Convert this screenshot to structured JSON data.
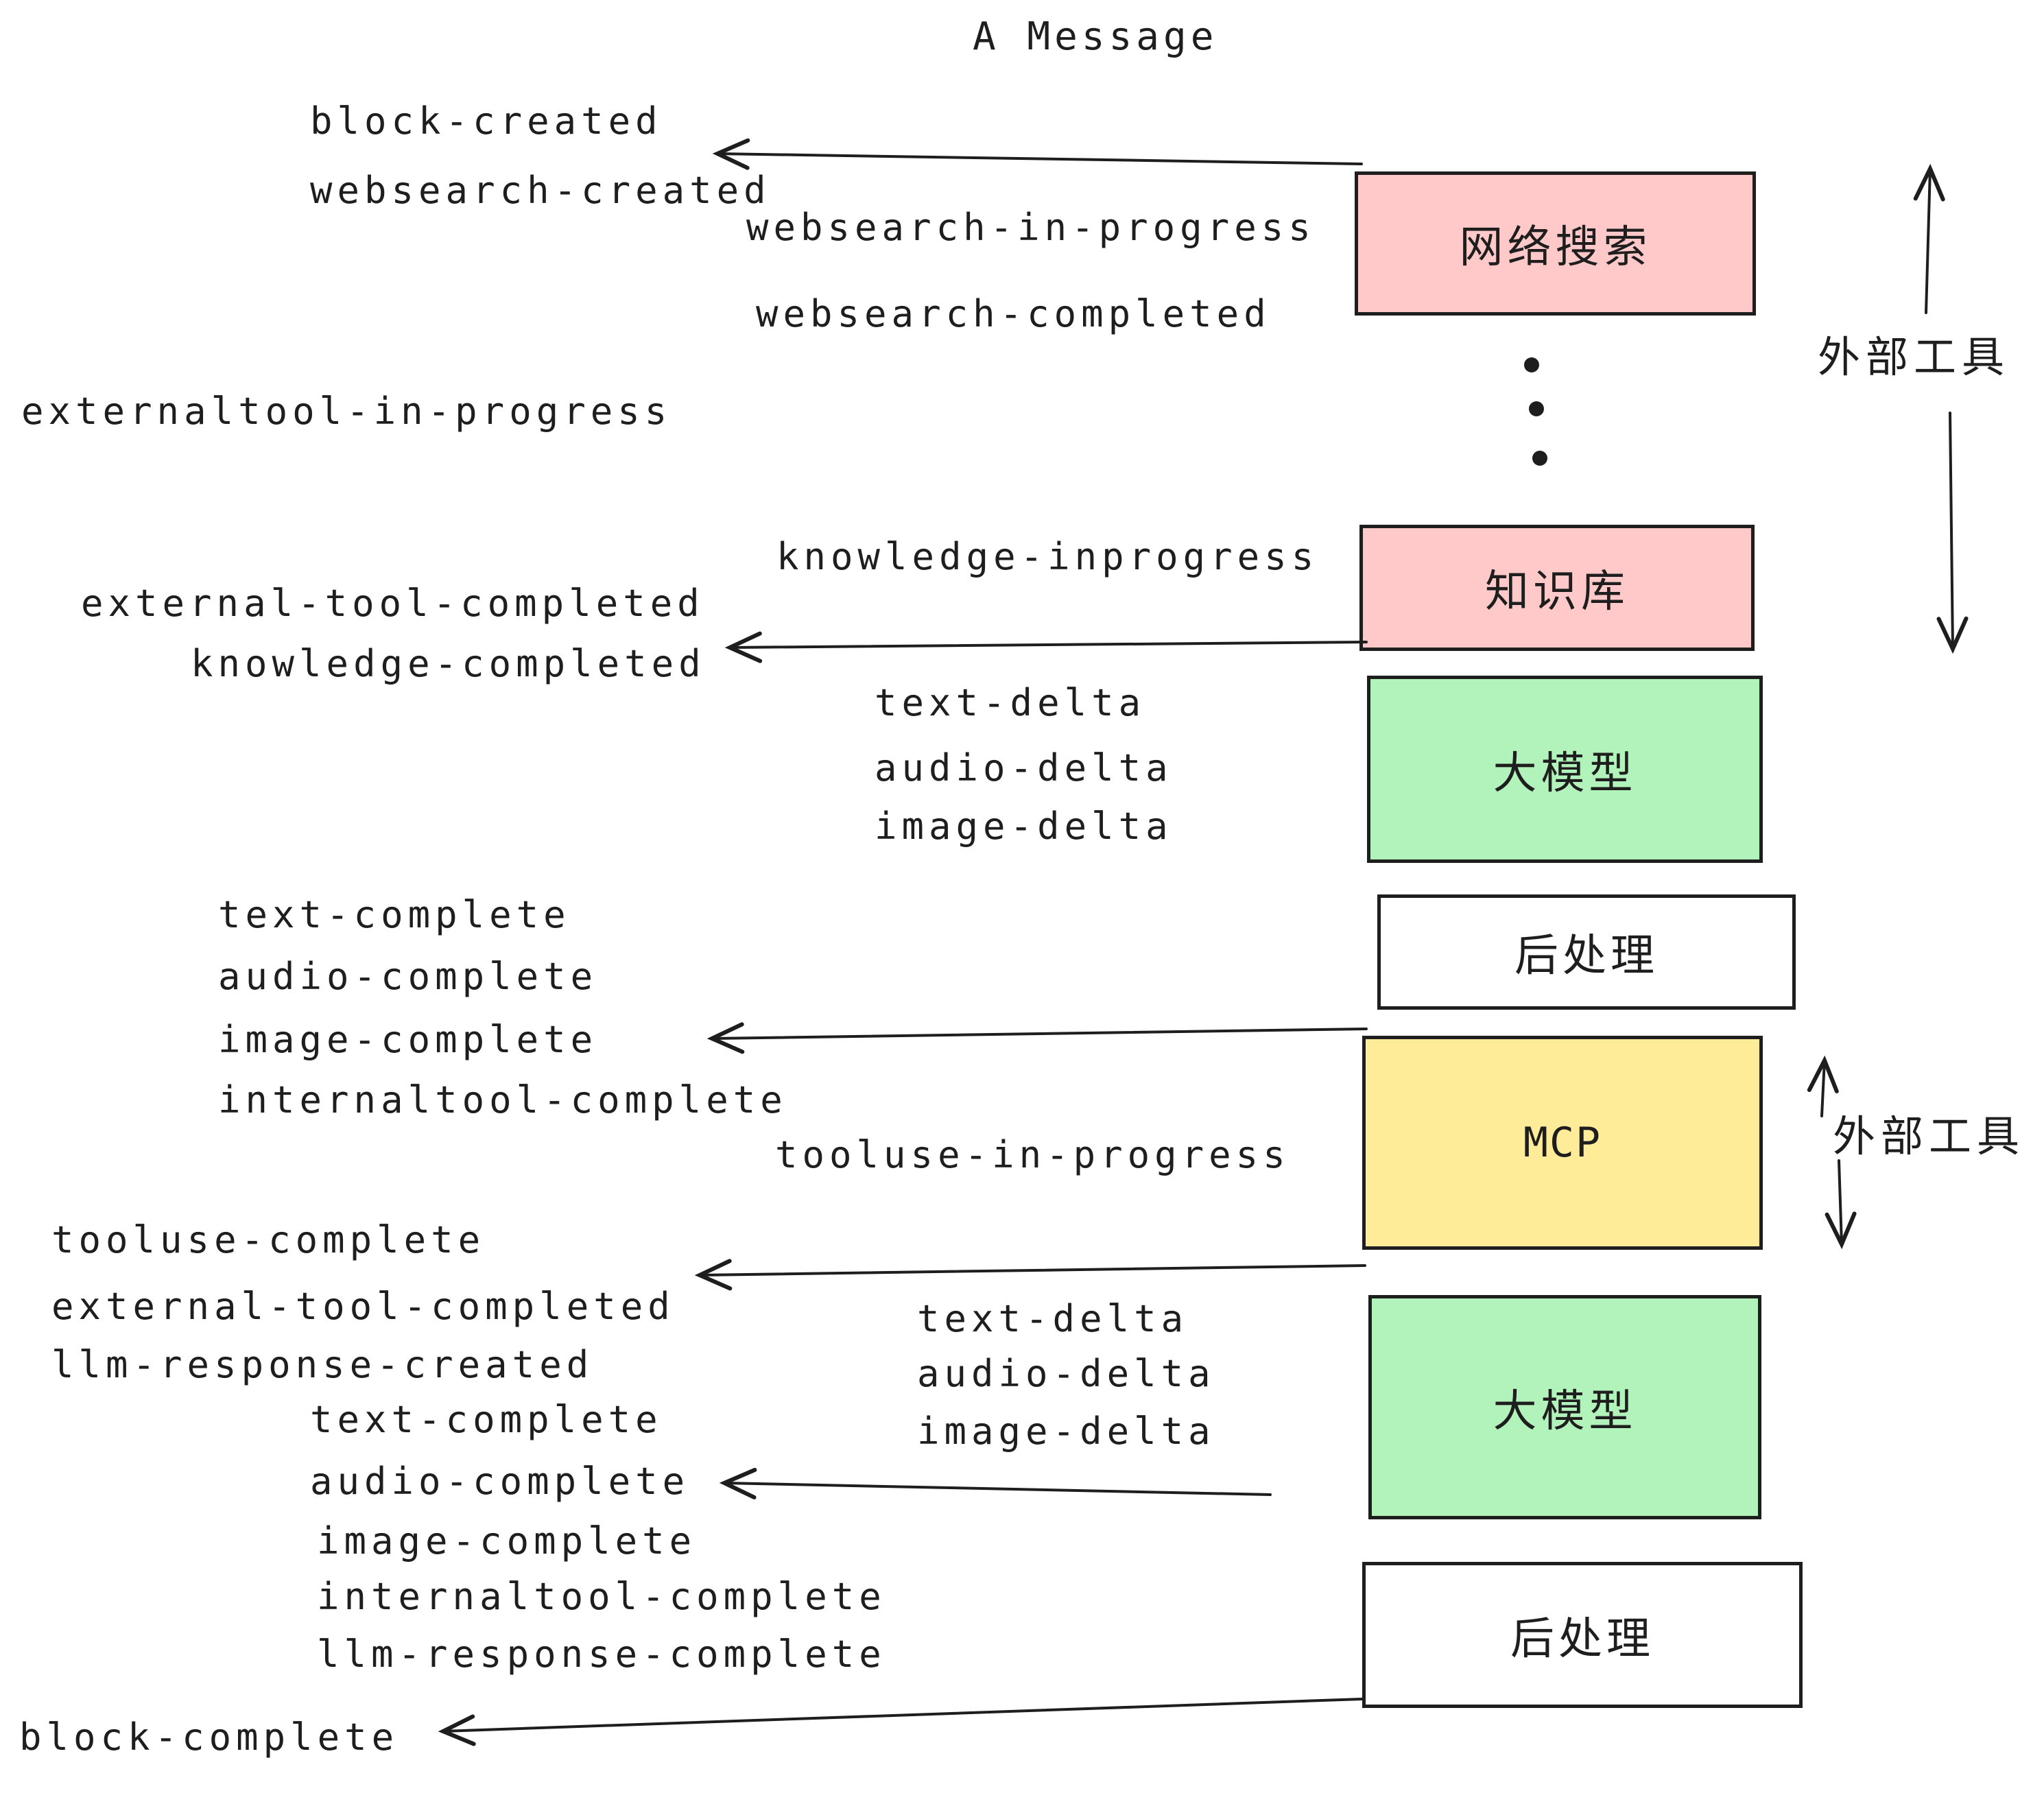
{
  "title": "A Message",
  "colors": {
    "pink": "#ffc9c9",
    "green": "#b2f2bb",
    "yellow": "#ffec99",
    "white": "#ffffff",
    "stroke": "#1e1e1e"
  },
  "boxes": {
    "websearch": {
      "label": "网络搜索",
      "fill": "#ffc9c9"
    },
    "knowledge": {
      "label": "知识库",
      "fill": "#ffc9c9"
    },
    "llm1": {
      "label": "大模型",
      "fill": "#b2f2bb"
    },
    "post1": {
      "label": "后处理",
      "fill": "#ffffff"
    },
    "mcp": {
      "label": "MCP",
      "fill": "#ffec99"
    },
    "llm2": {
      "label": "大模型",
      "fill": "#b2f2bb"
    },
    "post2": {
      "label": "后处理",
      "fill": "#ffffff"
    }
  },
  "side_labels": {
    "external_tools_top": "外部工具",
    "external_tools_bottom": "外部工具"
  },
  "events": {
    "block_created": "block-created",
    "websearch_created": "websearch-created",
    "websearch_in_progress": "websearch-in-progress",
    "websearch_completed": "websearch-completed",
    "externaltool_in_progress": "externaltool-in-progress",
    "knowledge_inprogress": "knowledge-inprogress",
    "external_tool_completed": "external-tool-completed",
    "knowledge_completed": "knowledge-completed",
    "text_delta": "text-delta",
    "audio_delta": "audio-delta",
    "image_delta": "image-delta",
    "text_complete": "text-complete",
    "audio_complete": "audio-complete",
    "image_complete": "image-complete",
    "internaltool_complete": "internaltool-complete",
    "tooluse_in_progress": "tooluse-in-progress",
    "tooluse_complete": "tooluse-complete",
    "external_tool_completed2": "external-tool-completed",
    "llm_response_created": "llm-response-created",
    "text_complete2": "text-complete",
    "audio_complete2": "audio-complete",
    "image_complete2": "image-complete",
    "internaltool_complete2": "internaltool-complete",
    "llm_response_complete": "llm-response-complete",
    "text_delta2": "text-delta",
    "audio_delta2": "audio-delta",
    "image_delta2": "image-delta",
    "block_complete": "block-complete"
  }
}
